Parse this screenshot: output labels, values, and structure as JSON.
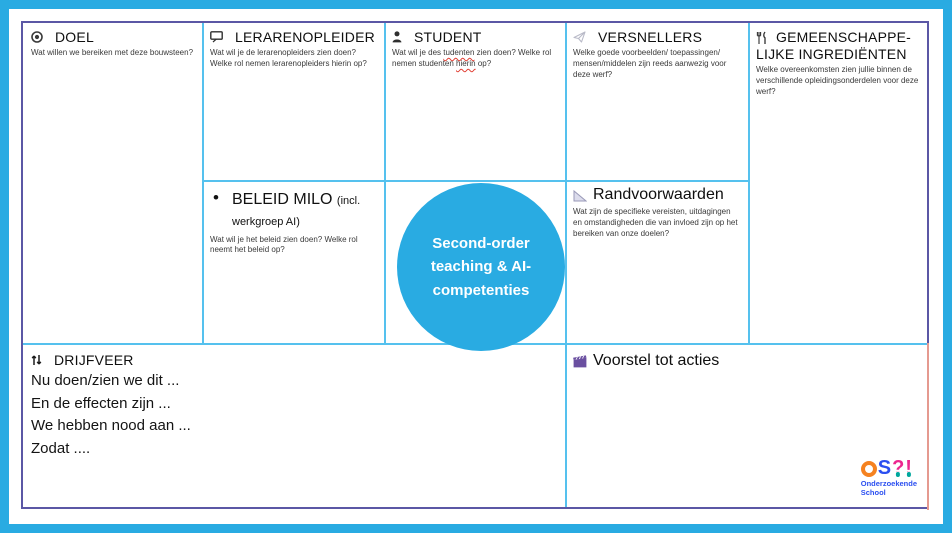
{
  "colors": {
    "frame": "#29abe2",
    "grid_lines": "#55c1ee",
    "canvas_border": "#5b57a5",
    "accent_right_border": "#e59a90",
    "circle_fill": "#29abe2",
    "spellcheck_underline": "#e03c31",
    "logo_orange": "#f58220",
    "logo_blue": "#2b4ff0",
    "logo_pink": "#ec268f",
    "logo_teal": "#00a79d",
    "clapper_purple": "#6a4fa0"
  },
  "cells": {
    "doel": {
      "title": "DOEL",
      "desc": "Wat willen we bereiken met deze bouwsteen?"
    },
    "lerarenopleider": {
      "title": "LERARENOPLEIDER",
      "desc": "Wat wil je de lerarenopleiders zien doen? Welke rol nemen lerarenopleiders hierin op?"
    },
    "student": {
      "title": "STUDENT",
      "desc_1": "Wat wil je des ",
      "typo_1": "tudenten",
      "desc_2": " zien doen? Welke rol nemen studenten ",
      "typo_2": "hierin",
      "desc_3": " op?"
    },
    "versnellers": {
      "title": "VERSNELLERS",
      "desc": "Welke goede voorbeelden/ toepassingen/ mensen/middelen zijn reeds aanwezig voor deze werf?"
    },
    "gemeenschappelijke": {
      "title": "GEMEENSCHAPPE-\nLIJKE INGREDIËNTEN",
      "desc": "Welke overeenkomsten zien jullie binnen de verschillende opleidingsonderdelen voor deze werf?"
    },
    "beleid": {
      "bullet": "•",
      "title": "BELEID MILO ",
      "title_suffix": "(incl. werkgroep AI)",
      "desc": "Wat wil je het beleid zien doen? Welke rol neemt het beleid op?"
    },
    "randvoorwaarden": {
      "title": "Randvoorwaarden",
      "desc": "Wat zijn de specifieke vereisten, uitdagingen en omstandigheden die van invloed zijn op het bereiken van onze doelen?"
    },
    "drijfveer": {
      "title": "DRIJFVEER",
      "lines": [
        "Nu doen/zien we dit ...",
        "En de effecten zijn ...",
        "We hebben nood aan ...",
        "Zodat ...."
      ]
    },
    "voorstel": {
      "title": "Voorstel tot acties"
    }
  },
  "circle": {
    "text": "Second-order\nteaching & AI-\ncompetenties"
  },
  "logo": {
    "s": "S",
    "question": "?",
    "exclamation": "!",
    "text": "Onderzoekende\nSchool"
  }
}
